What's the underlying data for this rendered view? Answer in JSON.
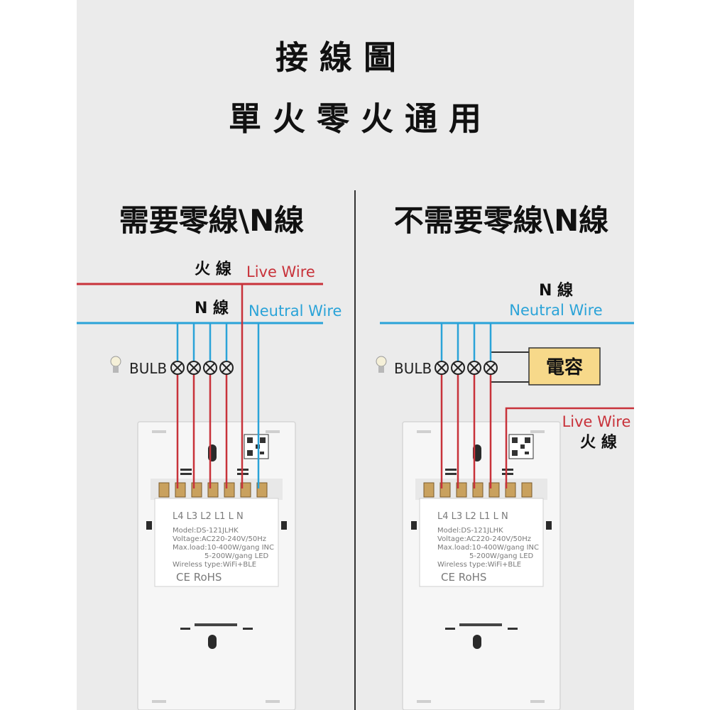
{
  "title": {
    "line1": "接 線 圖",
    "line2": "單 火 零 火 通 用"
  },
  "left": {
    "heading": "需要零線\\N線",
    "live_cn": "火 線",
    "live_en": "Live Wire",
    "neutral_cn": "N 線",
    "neutral_en": "Neutral Wire",
    "bulb": "BULB"
  },
  "right": {
    "heading": "不需要零線\\N線",
    "neutral_cn": "N 線",
    "neutral_en": "Neutral Wire",
    "capacitor": "電容",
    "live_en": "Live Wire",
    "live_cn": "火 線",
    "bulb": "BULB"
  },
  "switch_label": {
    "terminals": "L4  L3  L2  L1   L   N",
    "model": "Model:DS-121JLHK",
    "voltage": "Voltage:AC220-240V/50Hz",
    "maxload": "Max.load:10-400W/gang  INC",
    "maxload2": "5-200W/gang  LED",
    "wireless": "Wireless type:WiFi+BLE",
    "marks": "CE RoHS"
  },
  "colors": {
    "live": "#c8323a",
    "neutral": "#2aa3d8",
    "capacitor_bg": "#f7d98a",
    "panel_bg": "#ebebeb"
  }
}
